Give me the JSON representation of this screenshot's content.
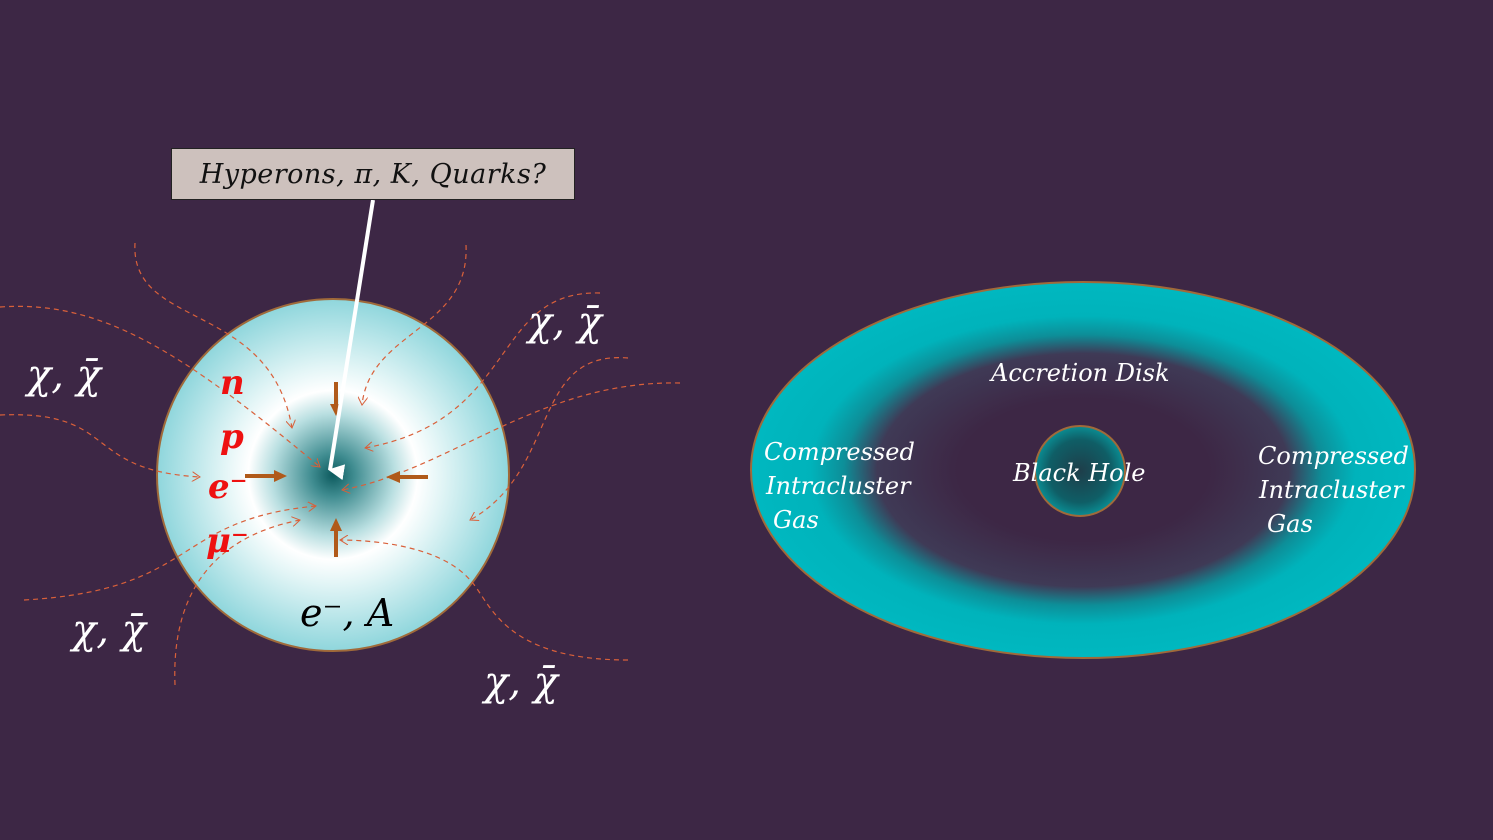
{
  "neutron_star": {
    "callout_label": "Hyperons, π, K, Quarks?",
    "particle_labels": [
      "χ, χ̄",
      "χ, χ̄",
      "χ, χ̄",
      "χ, χ̄"
    ],
    "species": [
      "n",
      "p",
      "e⁻",
      "μ⁻"
    ],
    "crust_label": "e⁻, A"
  },
  "black_hole_system": {
    "disk_label": "Accretion Disk",
    "core_label": "Black Hole",
    "gas_left": [
      "Compressed",
      "Intracluster",
      "Gas"
    ],
    "gas_right": [
      "Compressed",
      "Intracluster",
      "Gas"
    ]
  },
  "colors": {
    "background": "#3d2745",
    "flux_lines": "#d9603a",
    "arrows": "#b05a1a",
    "gas": "#00b3bb",
    "species_text": "#ee1111"
  }
}
